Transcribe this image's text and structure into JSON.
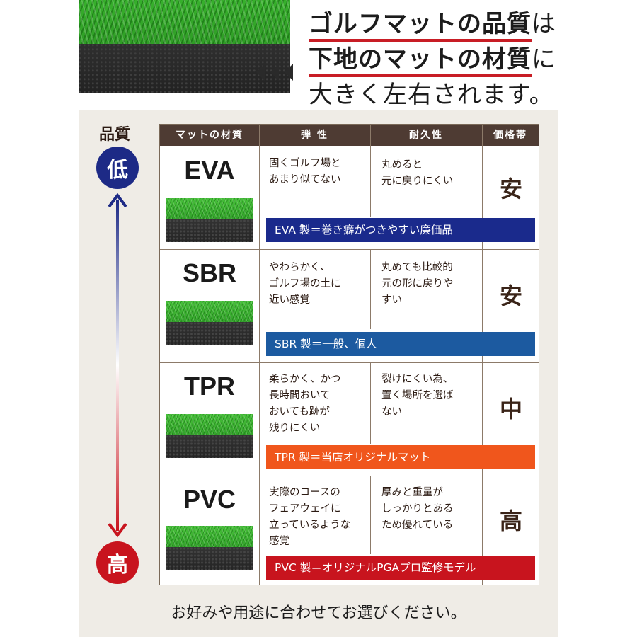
{
  "hero": {
    "line1_em": "ゴルフマットの品質",
    "line1_rest": "は",
    "line2_em": "下地のマットの材質",
    "line2_rest": "に",
    "line3": "大きく左右されます。"
  },
  "scale": {
    "label": "品質",
    "low": "低",
    "high": "高"
  },
  "table": {
    "headers": [
      "マットの材質",
      "弾 性",
      "耐久性",
      "価格帯"
    ],
    "rows": [
      {
        "name": "EVA",
        "elasticity": "固くゴルフ場と\nあまり似てない",
        "durability": "丸めると\n元に戻りにくい",
        "price": "安",
        "bar": "EVA 製＝巻き癖がつきやすい廉価品",
        "bar_color": "#1a2a8c"
      },
      {
        "name": "SBR",
        "elasticity": "やわらかく、\nゴルフ場の土に\n近い感覚",
        "durability": "丸めても比較的\n元の形に戻りや\nすい",
        "price": "安",
        "bar": "SBR 製＝一般、個人",
        "bar_color": "#1c5aa0"
      },
      {
        "name": "TPR",
        "elasticity": "柔らかく、かつ\n長時間おいて\nおいても跡が\n残りにくい",
        "durability": "裂けにくい為、\n置く場所を選ば\nない",
        "price": "中",
        "bar": "TPR 製＝当店オリジナルマット",
        "bar_color": "#f0561c"
      },
      {
        "name": "PVC",
        "elasticity": "実際のコースの\nフェアウェイに\n立っているような\n感覚",
        "durability": "厚みと重量が\nしっかりとある\nため優れている",
        "price": "高",
        "bar": "PVC 製＝オリジナルPGAプロ監修モデル",
        "bar_color": "#c8141e"
      }
    ]
  },
  "footer": "お好みや用途に合わせてお選びください。",
  "colors": {
    "header_bg": "#4e3b33",
    "low": "#1d2a86",
    "high": "#c8141e",
    "panel_bg": "#efece6"
  }
}
